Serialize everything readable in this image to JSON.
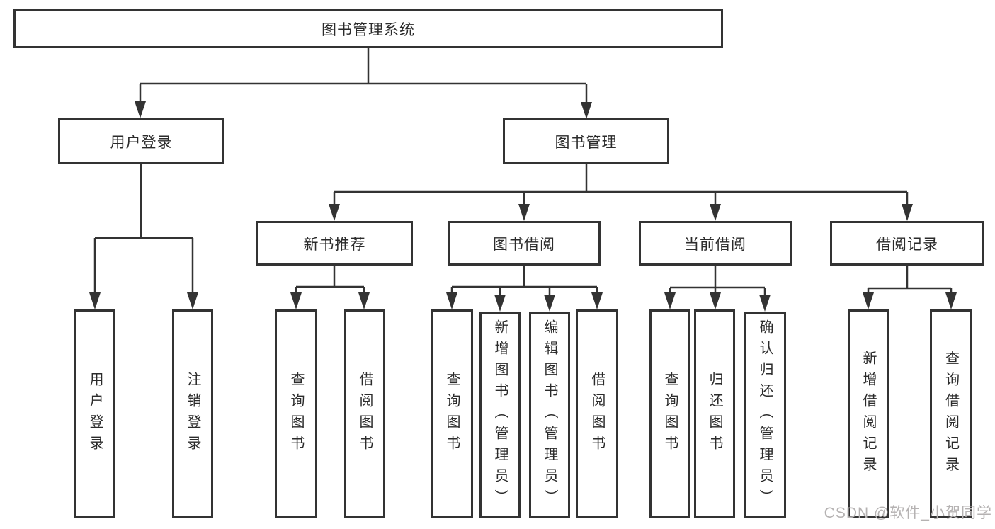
{
  "tree": {
    "root": {
      "label": "图书管理系统"
    },
    "branches": [
      {
        "label": "用户登录",
        "children": [
          {
            "label": "用户登录"
          },
          {
            "label": "注销登录"
          }
        ]
      },
      {
        "label": "图书管理",
        "children": [
          {
            "label": "新书推荐",
            "children": [
              {
                "label": "查询图书"
              },
              {
                "label": "借阅图书"
              }
            ]
          },
          {
            "label": "图书借阅",
            "children": [
              {
                "label": "查询图书"
              },
              {
                "label": "新增图书（管理员）"
              },
              {
                "label": "编辑图书（管理员）"
              },
              {
                "label": "借阅图书"
              }
            ]
          },
          {
            "label": "当前借阅",
            "children": [
              {
                "label": "查询图书"
              },
              {
                "label": "归还图书"
              },
              {
                "label": "确认归还（管理员）"
              }
            ]
          },
          {
            "label": "借阅记录",
            "children": [
              {
                "label": "新增借阅记录"
              },
              {
                "label": "查询借阅记录"
              }
            ]
          }
        ]
      }
    ]
  },
  "watermark": {
    "text": "CSDN @软件_小贺同学"
  },
  "colors": {
    "line": "#333333",
    "box_border": "#333333",
    "box_fill": "#ffffff",
    "text": "#2b2b2b",
    "watermark": "#b5b2b2"
  }
}
